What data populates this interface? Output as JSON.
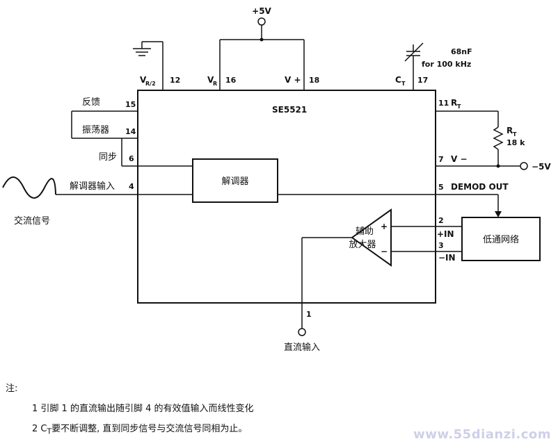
{
  "chip": {
    "name": "SE5521"
  },
  "supply": {
    "pos": "+5V",
    "neg": "−5V"
  },
  "pins": {
    "vr2": "V",
    "vr2_sub": "R/2",
    "p12": "12",
    "vr": "V",
    "vr_sub": "R",
    "p16": "16",
    "vplus": "V +",
    "p18": "18",
    "ct": "C",
    "ct_sub": "T",
    "p17": "17",
    "p15": "15",
    "p14": "14",
    "p6": "6",
    "p4": "4",
    "p11": "11",
    "rt_pin": "R",
    "rt_pin_sub": "T",
    "p7": "7",
    "vminus": "V −",
    "p5": "5",
    "demod_out": "DEMOD OUT",
    "p2": "2",
    "plus_in": "+IN",
    "p3": "3",
    "minus_in": "−IN",
    "p1": "1"
  },
  "labels": {
    "feedback": "反馈",
    "oscillator": "振荡器",
    "sync": "同步",
    "demod_input": "解调器输入",
    "ac_signal": "交流信号",
    "demodulator": "解调器",
    "aux_amp_1": "辅助",
    "aux_amp_2": "放大器",
    "amp_plus": "+",
    "amp_minus": "−",
    "lowpass": "低通网络",
    "dc_input": "直流输入",
    "cap_value": "68nF",
    "cap_freq": "for 100 kHz",
    "res_name": "R",
    "res_sub": "T",
    "res_value": "18 k"
  },
  "notes": {
    "title": "注:",
    "n1": "1 引脚 1 的直流输出随引脚 4 的有效值输入而线性变化",
    "n2": "2  C<sub>T</sub>要不断调整, 直到同步信号与交流信号同相为止。"
  },
  "watermark": "www.55dianzi.com"
}
